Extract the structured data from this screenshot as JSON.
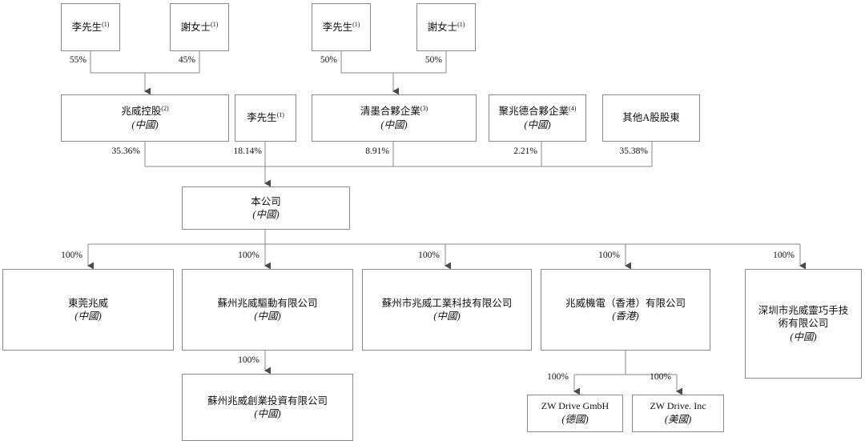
{
  "diagram": {
    "title": "Corporate shareholding and subsidiary structure chart",
    "line_color": "#8a8a8a",
    "text_color": "#111111",
    "background": "#ffffff"
  },
  "nodes": {
    "li_top_left": {
      "name": "李先生",
      "sup": "(1)",
      "loc": ""
    },
    "xie_top_left": {
      "name": "謝女士",
      "sup": "(1)",
      "loc": ""
    },
    "li_top_right": {
      "name": "李先生",
      "sup": "(1)",
      "loc": ""
    },
    "xie_top_right": {
      "name": "謝女士",
      "sup": "(1)",
      "loc": ""
    },
    "zhaowei_holding": {
      "name": "兆威控股",
      "sup": "(2)",
      "loc": "(中國)"
    },
    "li_mid": {
      "name": "李先生",
      "sup": "(1)",
      "loc": ""
    },
    "qingmo": {
      "name": "清墨合夥企業",
      "sup": "(3)",
      "loc": "(中國)"
    },
    "juzhaode": {
      "name": "聚兆德合夥企業",
      "sup": "(4)",
      "loc": "(中國)"
    },
    "other_a_shares": {
      "name": "其他A股股東",
      "sup": "",
      "loc": ""
    },
    "company": {
      "name": "本公司",
      "sup": "",
      "loc": "(中國)"
    },
    "dongguan": {
      "name": "東莞兆威",
      "sup": "",
      "loc": "(中國)"
    },
    "suzhou_drive": {
      "name": "蘇州兆威驅動有限公司",
      "sup": "",
      "loc": "(中國)"
    },
    "suzhou_industry": {
      "name": "蘇州市兆威工業科技有限公司",
      "sup": "",
      "loc": "(中國)"
    },
    "hk_electro": {
      "name": "兆威機電（香港）有限公司",
      "sup": "",
      "loc": "(香港)"
    },
    "shenzhen_hand": {
      "name": "深圳市兆威靈巧手技術有限公司",
      "sup": "",
      "loc": "(中國)"
    },
    "suzhou_venture": {
      "name": "蘇州兆威創業投資有限公司",
      "sup": "",
      "loc": "(中國)"
    },
    "zw_gmbh": {
      "name": "ZW Drive GmbH",
      "sup": "",
      "loc": "(德國)"
    },
    "zw_inc": {
      "name": "ZW Drive. Inc",
      "sup": "",
      "loc": "(美國)"
    }
  },
  "percentages": {
    "li_to_holding": "55%",
    "xie_to_holding": "45%",
    "li_to_qingmo": "50%",
    "xie_to_qingmo": "50%",
    "holding_to_company": "35.36%",
    "li_to_company": "18.14%",
    "qingmo_to_company": "8.91%",
    "juzhaode_to_company": "2.21%",
    "other_to_company": "35.38%",
    "company_to_dongguan": "100%",
    "company_to_suzhou_drive": "100%",
    "company_to_suzhou_industry": "100%",
    "company_to_hk": "100%",
    "company_to_shenzhen": "100%",
    "drive_to_venture": "100%",
    "hk_to_gmbh": "100%",
    "hk_to_inc": "100%"
  }
}
